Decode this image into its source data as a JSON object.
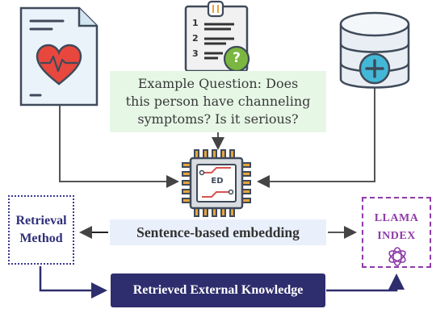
{
  "question": {
    "text": "Example Question: Does this person have channeling symptoms? Is it serious?"
  },
  "retrieval_method": {
    "line1": "Retrieval",
    "line2": "Method"
  },
  "embedding": {
    "label": "Sentence-based embedding"
  },
  "knowledge": {
    "label": "Retrieved External Knowledge"
  },
  "llama_index": {
    "line1": "LLAMA",
    "line2": "INDEX"
  },
  "chip": {
    "label": "ED"
  },
  "checklist": {
    "numbers": [
      "1",
      "2",
      "3"
    ],
    "badge": "?"
  },
  "colors": {
    "arrow": "#555555",
    "navy": "#2e2d6e",
    "purple": "#8e3aa8",
    "heart": "#e8473e",
    "cyan": "#43b8d6",
    "green_badge": "#7ab640",
    "chip_red": "#d9534f"
  },
  "icons": {
    "health_document": "heart-document-icon",
    "checklist": "question-checklist-icon",
    "database": "medical-database-icon",
    "chip": "ed-chip-icon",
    "openai": "openai-logo-icon"
  }
}
